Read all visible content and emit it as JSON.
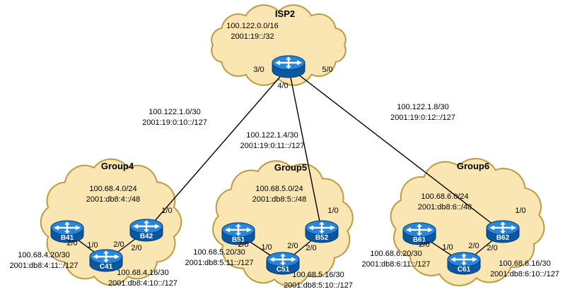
{
  "isp": {
    "title": "ISP2",
    "net_v4": "100.122.0.0/16",
    "net_v6": "2001:19::/32",
    "port_left": "3/0",
    "port_mid": "4/0",
    "port_right": "5/0"
  },
  "uplinks": [
    {
      "v4": "100.122.1.0/30",
      "v6": "2001:19:0:10::/127"
    },
    {
      "v4": "100.122.1.4/30",
      "v6": "2001:19:0:11::/127"
    },
    {
      "v4": "100.122.1.8/30",
      "v6": "2001:19:0:12::/127"
    }
  ],
  "groups": [
    {
      "title": "Group4",
      "net_v4": "100.68.4.0/24",
      "net_v6": "2001:db8:4::/48",
      "b1": "B41",
      "b2": "B42",
      "c": "C41",
      "port_uplink": "1/0",
      "port_b1": "2/0",
      "port_c_left": "1/0",
      "port_c_right": "2/0",
      "port_b2": "2/0",
      "left_link_v4": "100.68.4.20/30",
      "left_link_v6": "2001:db8:4:11::/127",
      "bottom_link_v4": "100.68.4.16/30",
      "bottom_link_v6": "2001:db8:4:10::/127"
    },
    {
      "title": "Group5",
      "net_v4": "100.68.5.0/24",
      "net_v6": "2001:db8:5::/48",
      "b1": "B51",
      "b2": "B52",
      "c": "C51",
      "port_uplink": "1/0",
      "port_b1": "2/0",
      "port_c_left": "1/0",
      "port_c_right": "2/0",
      "port_b2": "2/0",
      "left_link_v4": "100.68.5.20/30",
      "left_link_v6": "2001:db8:5:11::/127",
      "bottom_link_v4": "100.68.5.16/30",
      "bottom_link_v6": "2001:db8:5:10::/127"
    },
    {
      "title": "Group6",
      "net_v4": "100.68.6.0/24",
      "net_v6": "2001:db8:6::/48",
      "b1": "B61",
      "b2": "B62",
      "c": "C61",
      "port_uplink": "1/0",
      "port_b1": "2/0",
      "port_c_left": "1/0",
      "port_c_right": "2/0",
      "port_b2": "2/0",
      "left_link_v4": "100.68.6.20/30",
      "left_link_v6": "2001:db8:6:11::/127",
      "bottom_link_v4": "100.68.6.16/30",
      "bottom_link_v6": "2001:db8:6:10::/127"
    }
  ],
  "colors": {
    "cloud_fill": "#F9E6B3",
    "cloud_stroke": "#BE9B3E",
    "router_top": "#2586DD",
    "router_side": "#0A57A4",
    "router_outline": "#06396F",
    "link_line": "#000000",
    "label_text": "#000000",
    "router_name_text": "#FFFFFF"
  }
}
